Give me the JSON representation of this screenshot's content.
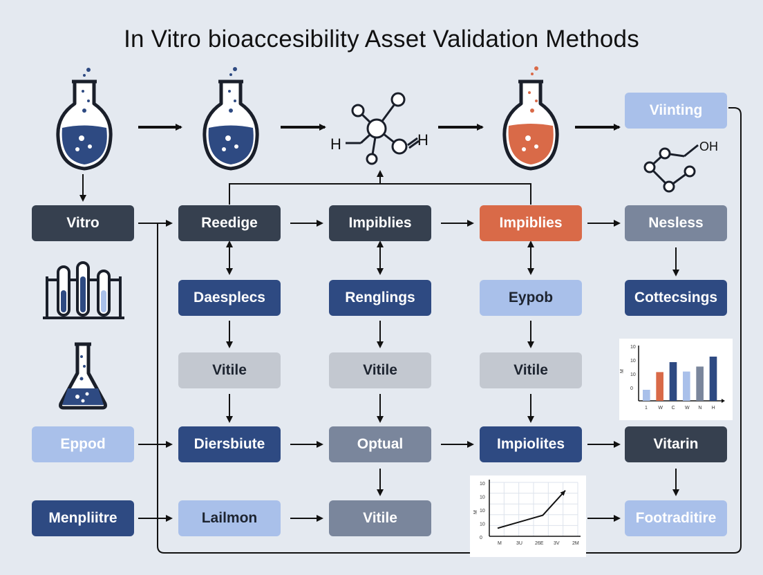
{
  "title": "In Vitro bioaccesibility Asset Validation Methods",
  "molecule_labels": {
    "h_left": "H",
    "h_right": "H",
    "oh": "OH"
  },
  "nodes": {
    "vitro": "Vitro",
    "reedige": "Reedige",
    "impiblies_1": "Impiblies",
    "impiblies_2": "Impiblies",
    "nesless": "Nesless",
    "viinting": "Viinting",
    "daesplecs": "Daesplecs",
    "renglings": "Renglings",
    "eypob": "Eypob",
    "cottecsings": "Cottecsings",
    "vitile_1": "Vitile",
    "vitile_2": "Vitile",
    "vitile_3": "Vitile",
    "eppod": "Eppod",
    "diersbiute": "Diersbiute",
    "optual": "Optual",
    "impiolites": "Impiolites",
    "vitarin": "Vitarin",
    "menpliitre": "Menpliitre",
    "lailmon": "Lailmon",
    "vitile_4": "Vitile",
    "footraditire": "Footraditire"
  },
  "colors": {
    "dark": "#36404f",
    "navy": "#2e4a82",
    "slate": "#7a869c",
    "grey": "#c3c8d0",
    "light": "#a9c0ea",
    "orange": "#d96a48",
    "background": "#e4e9f0"
  },
  "mini_bar_chart": {
    "yticks": [
      "10",
      "10",
      "10",
      "0"
    ],
    "ylabel": "M",
    "xticks": [
      "1",
      "W",
      "C",
      "W",
      "N",
      "H"
    ],
    "values": [
      2,
      5.2,
      7,
      5.3,
      6.2,
      8
    ],
    "series_colors": [
      "#a9c0ea",
      "#d96a48",
      "#2e4a82",
      "#a9c0ea",
      "#7a869c",
      "#2e4a82"
    ],
    "ylim": [
      0,
      10
    ]
  },
  "mini_line_chart": {
    "yticks": [
      "10",
      "10",
      "10",
      "10",
      "0"
    ],
    "ylabel": "M",
    "xticks": [
      "M",
      "3U",
      "26E",
      "3V",
      "2M"
    ],
    "values": [
      1.5,
      2.7,
      3.9,
      8.5
    ],
    "ylim": [
      0,
      10
    ]
  },
  "icons": [
    "round-flask-blue-icon",
    "round-flask-blue-icon",
    "molecule-icon",
    "round-flask-orange-icon",
    "molecule-oh-icon",
    "test-tube-rack-icon",
    "erlenmeyer-flask-icon"
  ]
}
